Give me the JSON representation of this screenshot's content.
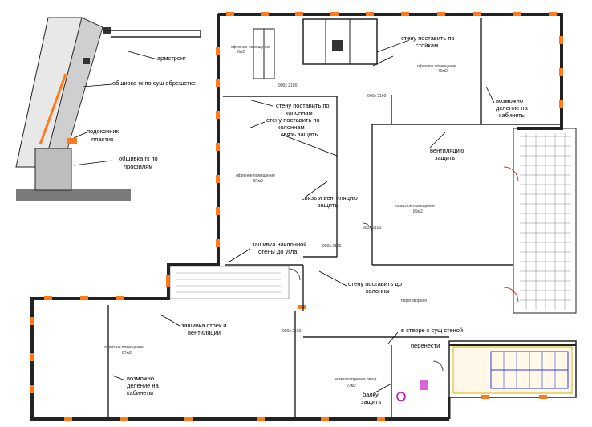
{
  "section_detail": {
    "armstrong": "армстронг",
    "gk_old_lathing": "обшивка гк по суш обрешетке",
    "sill_plastic_1": "подоконник",
    "sill_plastic_2": "пластик",
    "gk_profile_1": "обшивка гк по",
    "gk_profile_2": "профилям"
  },
  "rooms": [
    {
      "name": "офисное помещение",
      "area": "0м2"
    },
    {
      "name": "офисное помещение",
      "area": "70м2"
    },
    {
      "name": "офисное помещение",
      "area": "87м2"
    },
    {
      "name": "офисное помещение",
      "area": "85м2"
    },
    {
      "name": "офисное помещение",
      "area": "87м2"
    },
    {
      "name": "комната приема пищи",
      "area": "27м2"
    },
    {
      "name": "переговорная",
      "area": ""
    }
  ],
  "doors": [
    "900x 2100",
    "900x 2100",
    "900x 2100",
    "900x 2100",
    "900x 2100"
  ],
  "notes": {
    "wall_columns_top_1": "стену поставить по",
    "wall_columns_top_2": "стойкам",
    "wall_cols_a_1": "стену поставить по",
    "wall_cols_a_2": "колоннам",
    "wall_cols_b_1": "стену поставить по",
    "wall_cols_b_2": "колоннам",
    "link_protect": "связь защить",
    "vent_protect_1": "вентиляцию",
    "vent_protect_2": "защить",
    "link_vent_1": "связь и вентиляцию",
    "link_vent_2": "защить",
    "possible_cabinets_top_1": "возможно",
    "possible_cabinets_top_2": "деление на",
    "possible_cabinets_top_3": "кабинеты",
    "sloped_wall_1": "зашивка наклонной",
    "sloped_wall_2": "стены до угла",
    "wall_to_column_1": "стену поставить до",
    "wall_to_column_2": "колонны",
    "risers_vent_1": "зашивка стоек и",
    "risers_vent_2": "вентиляции",
    "alignment_1": "в створе с сущ стеной",
    "alignment_2": "перенести",
    "possible_cabinets_bottom_1": "возможно",
    "possible_cabinets_bottom_2": "деление на",
    "possible_cabinets_bottom_3": "кабинеты",
    "balcony_1": "балку",
    "balcony_2": "защить"
  },
  "colors": {
    "window": "#ff7a1a",
    "stair": "#2a3ad8",
    "accent_magenta": "#c000c0",
    "hatch": "#777777"
  }
}
